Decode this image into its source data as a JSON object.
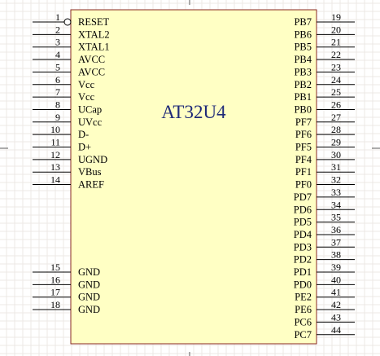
{
  "component": {
    "name": "AT32U4",
    "colors": {
      "body_fill": "#ffffc4",
      "body_stroke": "#8a2a22",
      "title": "#1f2a78",
      "grid": "#ece9e6"
    },
    "left_pins": [
      {
        "num": "1",
        "name": "RESET",
        "inverted": true
      },
      {
        "num": "2",
        "name": "XTAL2"
      },
      {
        "num": "3",
        "name": "XTAL1"
      },
      {
        "num": "4",
        "name": "AVCC"
      },
      {
        "num": "5",
        "name": "AVCC"
      },
      {
        "num": "6",
        "name": "Vcc"
      },
      {
        "num": "7",
        "name": "Vcc"
      },
      {
        "num": "8",
        "name": "UCap"
      },
      {
        "num": "9",
        "name": "UVcc"
      },
      {
        "num": "10",
        "name": "D-"
      },
      {
        "num": "11",
        "name": "D+"
      },
      {
        "num": "12",
        "name": "UGND"
      },
      {
        "num": "13",
        "name": "VBus"
      },
      {
        "num": "14",
        "name": "AREF"
      }
    ],
    "left_gnd_pins": [
      {
        "num": "15",
        "name": "GND"
      },
      {
        "num": "16",
        "name": "GND"
      },
      {
        "num": "17",
        "name": "GND"
      },
      {
        "num": "18",
        "name": "GND"
      }
    ],
    "right_pins": [
      {
        "num": "19",
        "name": "PB7"
      },
      {
        "num": "20",
        "name": "PB6"
      },
      {
        "num": "21",
        "name": "PB5"
      },
      {
        "num": "22",
        "name": "PB4"
      },
      {
        "num": "23",
        "name": "PB3"
      },
      {
        "num": "24",
        "name": "PB2"
      },
      {
        "num": "25",
        "name": "PB1"
      },
      {
        "num": "26",
        "name": "PB0"
      },
      {
        "num": "27",
        "name": "PF7"
      },
      {
        "num": "28",
        "name": "PF6"
      },
      {
        "num": "29",
        "name": "PF5"
      },
      {
        "num": "30",
        "name": "PF4"
      },
      {
        "num": "31",
        "name": "PF1"
      },
      {
        "num": "32",
        "name": "PF0"
      },
      {
        "num": "33",
        "name": "PD7"
      },
      {
        "num": "34",
        "name": "PD6"
      },
      {
        "num": "35",
        "name": "PD5"
      },
      {
        "num": "36",
        "name": "PD4"
      },
      {
        "num": "37",
        "name": "PD3"
      },
      {
        "num": "38",
        "name": "PD2"
      },
      {
        "num": "39",
        "name": "PD1"
      },
      {
        "num": "40",
        "name": "PD0"
      },
      {
        "num": "41",
        "name": "PE2"
      },
      {
        "num": "42",
        "name": "PE6"
      },
      {
        "num": "43",
        "name": "PC6"
      },
      {
        "num": "44",
        "name": "PC7"
      }
    ]
  }
}
